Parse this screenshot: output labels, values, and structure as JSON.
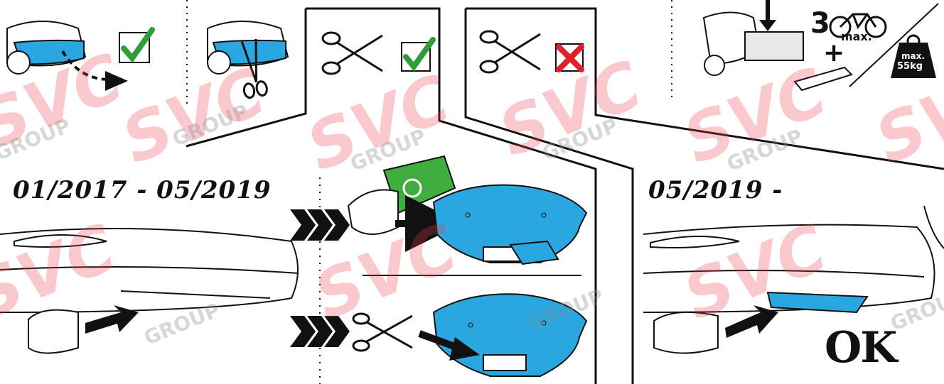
{
  "panels": {
    "date_left": "01/2017 - 05/2019",
    "date_right": "05/2019 -",
    "ok_label": "OK",
    "max_bikes": "3",
    "max_bikes_unit": "max.",
    "max_weight_label": "max.",
    "max_weight_value": "55kg",
    "plus_sign": "+"
  },
  "watermark": {
    "brand": "SVC",
    "subtitle": "GROUP"
  },
  "colors": {
    "accent_blue": "#2aa7e0",
    "check_green": "#2f9e3a",
    "cross_red": "#e0202a",
    "banknote_green": "#3fae3f",
    "watermark": "#eb3c50"
  },
  "icons": {
    "check": "checkmark-icon",
    "cross": "cross-icon",
    "scissors": "scissors-icon",
    "bike": "bicycle-icon",
    "weight": "weight-icon",
    "euro": "euro-icon"
  }
}
